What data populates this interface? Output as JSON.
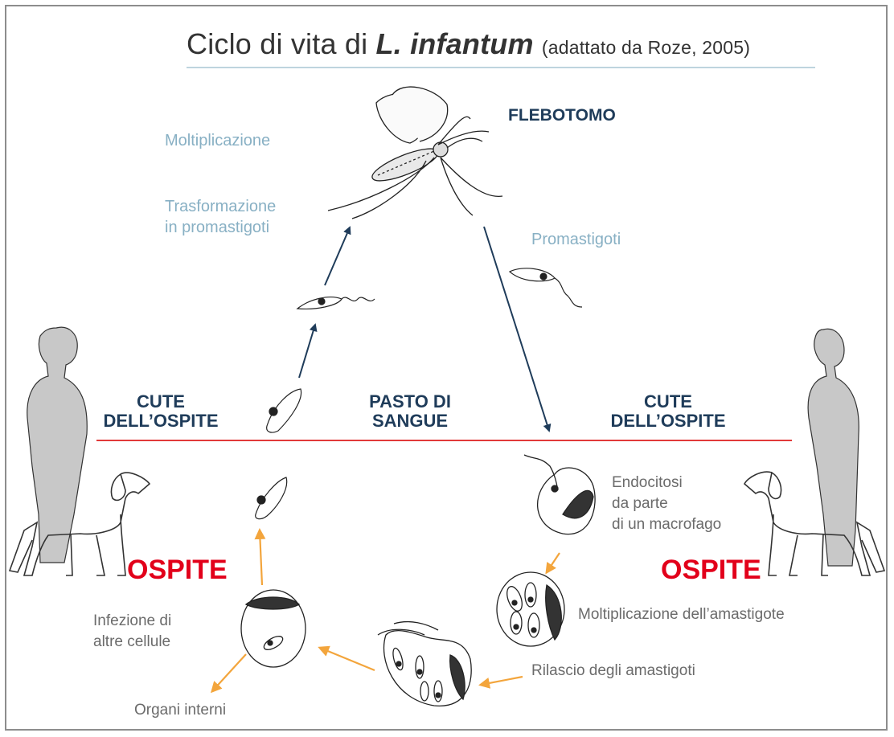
{
  "title": {
    "prefix": "Ciclo di vita di ",
    "species": "L. infantum",
    "source": "(adattato da Roze, 2005)"
  },
  "labels": {
    "flebotomo": "FLEBOTOMO",
    "moltiplicazione": "Moltiplicazione",
    "trasformazione": "Trasformazione\nin promastigoti",
    "promastigoti": "Promastigoti",
    "cute_left": "CUTE\nDELL’OSPITE",
    "pasto": "PASTO DI\nSANGUE",
    "cute_right": "CUTE\nDELL’OSPITE",
    "ospite_left": "OSPITE",
    "ospite_right": "OSPITE",
    "endocitosi": "Endocitosi\nda parte\ndi un macrofago",
    "moltiplicazione_amastigote": "Moltiplicazione dell’amastigote",
    "rilascio": "Rilascio degli amastigoti",
    "infezione": "Infezione di\naltre cellule",
    "organi": "Organi interni"
  },
  "colors": {
    "navy": "#1f3c5a",
    "light_blue": "#88b0c4",
    "red": "#e2001a",
    "orange": "#f3a53c",
    "gray_text": "#6b6b6b",
    "silhouette": "#c8c8c8"
  },
  "icons": [
    "sand-fly-icon",
    "human-silhouette-icon",
    "dog-silhouette-icon",
    "promastigote-icon",
    "amastigote-icon",
    "macrophage-icon"
  ]
}
